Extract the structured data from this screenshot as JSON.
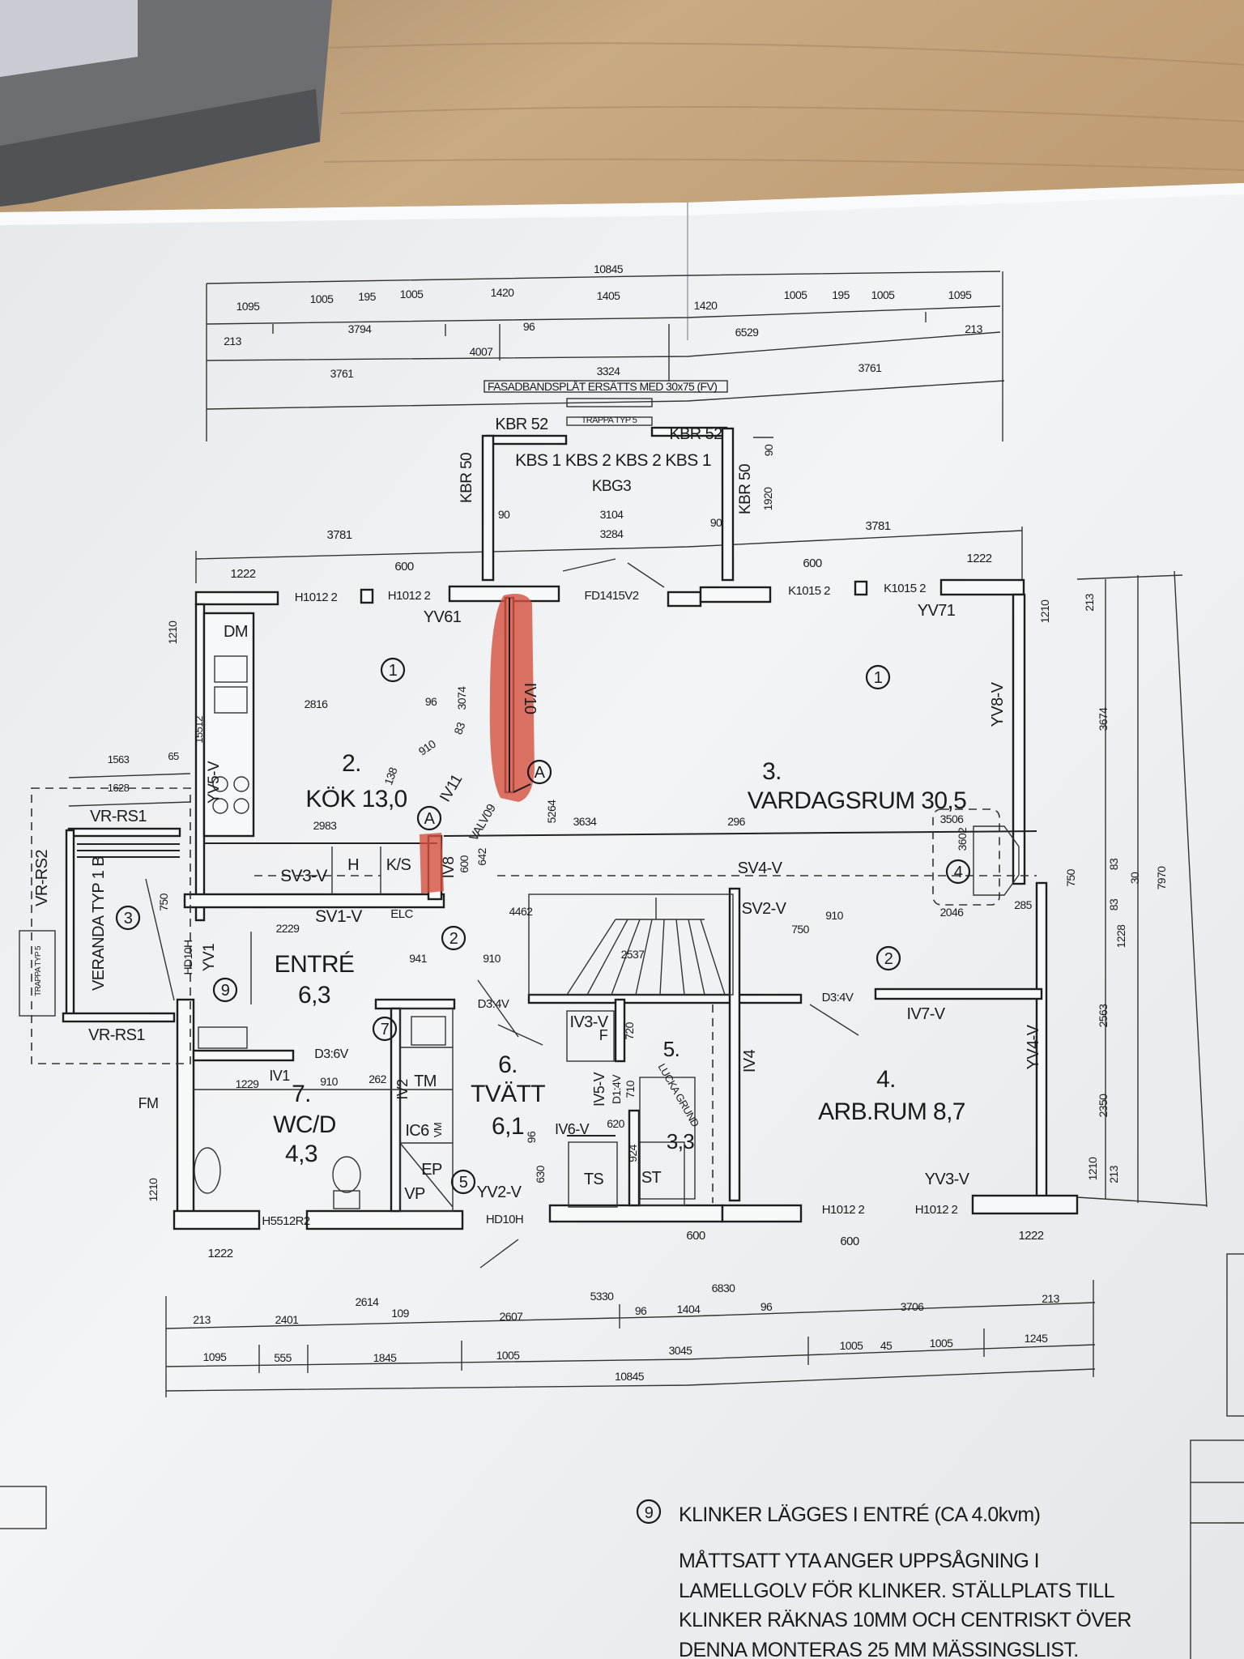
{
  "top_dimensions": {
    "overall": "10845",
    "row1": [
      "1095",
      "1005",
      "195",
      "1005",
      "1420",
      "1405",
      "1420",
      "1005",
      "195",
      "1005",
      "1095"
    ],
    "row2": [
      "213",
      "3794",
      "96",
      "4007",
      "6529",
      "213"
    ],
    "row3": [
      "3761",
      "3324",
      "3761"
    ]
  },
  "porch": {
    "note": "FASADBANDSPLÅT ERSÄTTS MED 30x75 (FV)",
    "stair": "TRAPPA TYP 5",
    "beam_left": "KBR 52",
    "beam_right": "KBR 52",
    "post_left": "KBR 50",
    "post_right": "KBR 50",
    "slabs": "KBS 1 KBS 2  KBS 2  KBS 1",
    "base": "KBG3",
    "dims": [
      "90",
      "1920",
      "90",
      "3104",
      "3284",
      "90"
    ]
  },
  "facade_top": {
    "dims": [
      "3781",
      "3781",
      "1222",
      "600",
      "600",
      "1222"
    ],
    "windows": [
      "H1012 2",
      "H1012 2",
      "FD1415V2",
      "K1015 2",
      "K1015 2"
    ],
    "walls": [
      "YV61",
      "YV71"
    ]
  },
  "rooms": {
    "kok": {
      "number": "2.",
      "name": "KÖK 13,0"
    },
    "vardagsrum": {
      "number": "3.",
      "name": "VARDAGSRUM 30,5"
    },
    "arbrum": {
      "number": "4.",
      "name": "ARB.RUM 8,7"
    },
    "grund": {
      "number": "5.",
      "name": "LUCKA GRUND",
      "area": "3,3"
    },
    "tvatt": {
      "number": "6.",
      "name": "TVÄTT",
      "area": "6,1"
    },
    "wc": {
      "number": "7.",
      "name": "WC/D",
      "area": "4,3"
    },
    "entre": {
      "name": "ENTRÉ",
      "area": "6,3"
    }
  },
  "markers": [
    "1",
    "1",
    "2",
    "2",
    "3",
    "4",
    "5",
    "7",
    "9",
    "A",
    "A"
  ],
  "labels": {
    "dm": "DM",
    "iv10": "IV10",
    "iv11": "IV11",
    "valv": "VALV09",
    "iv8": "IV8",
    "sv3": "SV3-V",
    "h": "H",
    "ks": "K/S",
    "yv5": "YV5-V",
    "w15512": "15512",
    "sv4": "SV4-V",
    "sv1": "SV1-V",
    "elc": "ELC",
    "sv2": "SV2-V",
    "hd10h": "HD10H",
    "yv1": "YV1",
    "d34_left": "D3:4V",
    "d34_right": "D3:4V",
    "iv7": "IV7-V",
    "iv3": "IV3-V",
    "f": "F",
    "d36": "D3:6V",
    "iv1": "IV1",
    "tm": "TM",
    "iv2": "IV2",
    "ic6": "IC6",
    "vm": "VM",
    "ep": "EP",
    "vp": "VP",
    "yv2": "YV2-V",
    "ts": "TS",
    "st": "ST",
    "iv5": "IV5-V",
    "d14": "D1:4V",
    "iv6": "IV6-V",
    "iv4": "IV4",
    "yv4": "YV4-V",
    "yv8": "YV8-V",
    "yv3": "YV3-V",
    "fm": "FM"
  },
  "interior_dims": [
    "2816",
    "96",
    "3074",
    "910",
    "83",
    "138",
    "5264",
    "3634",
    "296",
    "3506",
    "3602",
    "2983",
    "600",
    "642",
    "1210",
    "750",
    "2229",
    "4462",
    "750",
    "910",
    "2046",
    "285",
    "941",
    "910",
    "2537",
    "720",
    "1229",
    "910",
    "262",
    "710",
    "620",
    "96",
    "630",
    "924",
    "1210"
  ],
  "right_dims": [
    "1210",
    "213",
    "3674",
    "750",
    "83",
    "83",
    "30",
    "7970",
    "1228",
    "2563",
    "2350",
    "1210",
    "213"
  ],
  "veranda": {
    "dims": [
      "1563",
      "65",
      "1628"
    ],
    "rail_top": "VR-RS1",
    "rail_side": "VR-RS2",
    "rail_bottom": "VR-RS1",
    "type": "VERANDA TYP 1 B",
    "stair": "TRAPPA TYP 5"
  },
  "bottom_dimensions": {
    "openings": [
      "1222",
      "600",
      "600",
      "1222"
    ],
    "windows": [
      "H5512R2",
      "HD10H",
      "H1012 2",
      "H1012 2"
    ],
    "row1": [
      "213",
      "2401",
      "2614",
      "109",
      "2607",
      "5330",
      "96",
      "1404",
      "6830",
      "96",
      "3706",
      "213"
    ],
    "row2": [
      "1095",
      "555",
      "1845",
      "1005",
      "3045",
      "1005",
      "45",
      "1005",
      "1245"
    ],
    "overall": "10845"
  },
  "note": {
    "marker": "9",
    "title": "KLINKER LÄGGES I ENTRÉ (CA 4.0kvm)",
    "lines": [
      "MÅTTSATT YTA ANGER UPPSÅGNING I",
      "LAMELLGOLV FÖR KLINKER. STÄLLPLATS TILL",
      "KLINKER RÄKNAS 10MM OCH CENTRISKT ÖVER",
      "DENNA MONTERAS 25 MM MÄSSINGSLIST."
    ]
  },
  "colors": {
    "highlight": "#d4503f",
    "paper": "#eef0f2",
    "table": "#c4a47c",
    "ink": "#1b1b1b"
  }
}
